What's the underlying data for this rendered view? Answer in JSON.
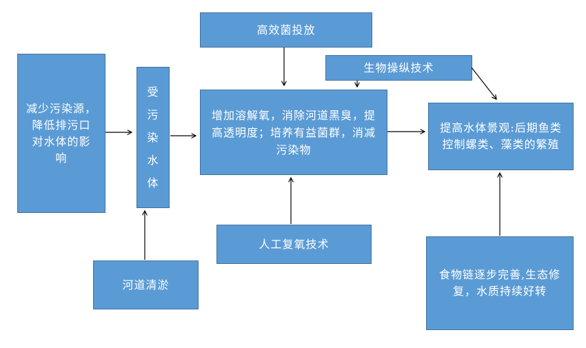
{
  "colors": {
    "box_fill": "#5B9BD5",
    "box_border": "#41719C",
    "box_text": "#FFFFFF",
    "arrow": "#000000",
    "canvas_bg": "#FFFFFF"
  },
  "boxes": {
    "efficient_bacteria": {
      "label": "高效菌投放"
    },
    "bio_manipulation": {
      "label": "生物操纵技术"
    },
    "reduce_pollution": {
      "label": "减少污染源，\n降低排污口\n对水体的影\n响"
    },
    "polluted_water": {
      "label": "受\n污\n染\n水\n体"
    },
    "treatment": {
      "label": "增加溶解氧，消除河道黑臭，提\n高透明度；培养有益菌群，消减\n污染物"
    },
    "landscape": {
      "label": "提高水体景观:后期鱼类\n控制螺类、藻类的繁殖"
    },
    "reoxygenation": {
      "label": "人工复氧技术"
    },
    "dredging": {
      "label": "河道清淤"
    },
    "food_chain": {
      "label": "食物链逐步完善,生态修\n复，水质持续好转"
    }
  },
  "connections": [
    {
      "from": "reduce_pollution",
      "to": "polluted_water"
    },
    {
      "from": "polluted_water",
      "to": "treatment"
    },
    {
      "from": "efficient_bacteria",
      "to": "treatment"
    },
    {
      "from": "bio_manipulation",
      "to": "treatment"
    },
    {
      "from": "bio_manipulation",
      "to": "landscape"
    },
    {
      "from": "treatment",
      "to": "landscape"
    },
    {
      "from": "reoxygenation",
      "to": "treatment"
    },
    {
      "from": "dredging",
      "to": "polluted_water"
    },
    {
      "from": "food_chain",
      "to": "landscape"
    }
  ]
}
